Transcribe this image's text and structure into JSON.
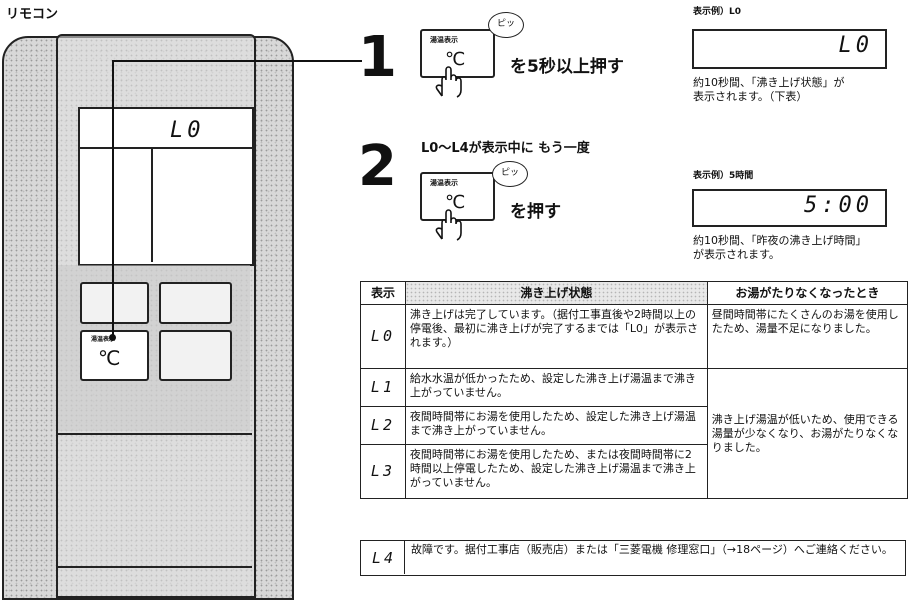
{
  "page_title": "リモコン",
  "remote": {
    "screen_display": "L0",
    "button_label": "湯温表示",
    "button_symbol": "℃"
  },
  "step1": {
    "number": "1",
    "button_label": "湯温表示",
    "button_symbol": "℃",
    "beep": "ピッ",
    "instruction": "を5秒以上押す",
    "example_label": "表示例）L0",
    "example_display": "L0",
    "note_lines": [
      "約10秒間、「沸き上げ状態」が",
      "表示されます。（下表）"
    ]
  },
  "step2": {
    "number": "2",
    "lead": "L0〜L4が表示中に もう一度",
    "button_label": "湯温表示",
    "button_symbol": "℃",
    "beep": "ピッ",
    "instruction": "を押す",
    "example_label": "表示例）5時間",
    "example_display": "5:00",
    "note_lines": [
      "約10秒間、「昨夜の沸き上げ時間」",
      "が表示されます。"
    ]
  },
  "table": {
    "headers": [
      "表示",
      "沸き上げ状態",
      "お湯がたりなくなったとき"
    ],
    "rows": [
      {
        "code": "L0",
        "state": "沸き上げは完了しています。（据付工事直後や2時間以上の停電後、最初に沸き上げが完了するまでは「L0」が表示されます。）",
        "shortage": "昼間時間帯にたくさんのお湯を使用したため、湯量不足になりました。"
      },
      {
        "code": "L1",
        "state": "給水水温が低かったため、設定した沸き上げ湯温まで沸き上がっていません。"
      },
      {
        "code": "L2",
        "state": "夜間時間帯にお湯を使用したため、設定した沸き上げ湯温まで沸き上がっていません。"
      },
      {
        "code": "L3",
        "state": "夜間時間帯にお湯を使用したため、または夜間時間帯に2時間以上停電したため、設定した沸き上げ湯温まで沸き上がっていません。"
      }
    ],
    "merged_shortage": "沸き上げ湯温が低いため、使用できる湯量が少なくなり、お湯がたりなくなりました。",
    "l4": {
      "code": "L4",
      "text": "故障です。据付工事店（販売店）または「三菱電機 修理窓口」（→18ページ）へご連絡ください。"
    }
  }
}
